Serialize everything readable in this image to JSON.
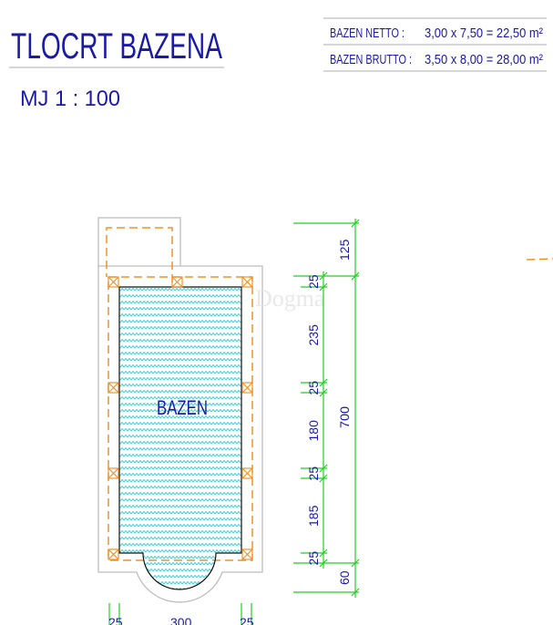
{
  "title": "TLOCRT BAZENA",
  "scale": "MJ  1 : 100",
  "summary": [
    {
      "label": "BAZEN NETTO :",
      "formula": "3,00 x 7,50 = 22,50 m²"
    },
    {
      "label": "BAZEN BRUTTO :",
      "formula": "3,50 x 8,00 = 28,00 m²"
    }
  ],
  "pool_label": "BAZEN",
  "watermark": "Dogma",
  "dimensions_vertical": [
    "125",
    "25",
    "235",
    "25",
    "180",
    "25",
    "185",
    "25",
    "60"
  ],
  "dimension_total": "700",
  "dimensions_horizontal": [
    "25",
    "300",
    "25"
  ],
  "colors": {
    "text": "#1a1aa8",
    "dimension": "#1fd21f",
    "column": "#f0922a",
    "water": "#29d3e0"
  }
}
